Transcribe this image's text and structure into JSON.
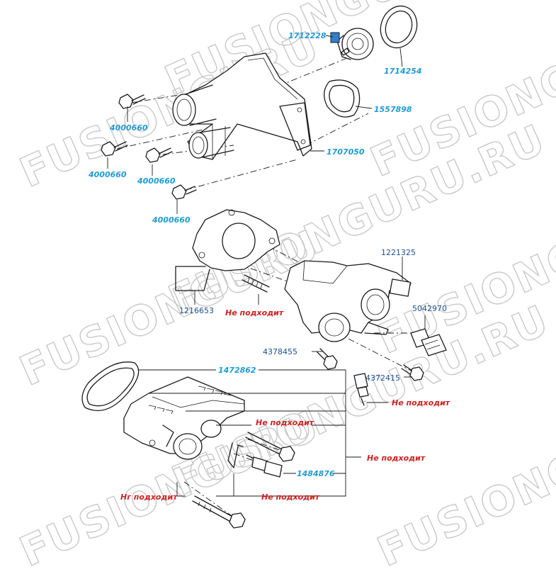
{
  "watermark": {
    "text_ru": "FUSIONGURU.RU",
    "text": "FUSIONGURU"
  },
  "labels": {
    "p1712228": "1712228",
    "p1714254": "1714254",
    "p1557898": "1557898",
    "p1707050": "1707050",
    "p4000660_a": "4000660",
    "p4000660_b": "4000660",
    "p4000660_c": "4000660",
    "p4000660_d": "4000660",
    "p1221325": "1221325",
    "p1216653": "1216653",
    "p5042970": "5042970",
    "p4378455": "4378455",
    "p4372415": "4372415",
    "p1472862": "1472862",
    "p1484876": "1484876",
    "na_1": "Не подходит",
    "na_2": "Не подходит",
    "na_3": "Не подходит",
    "na_4": "Не подходит",
    "na_5": "Не подходит",
    "na_6": "Нг подходит"
  },
  "colors": {
    "part_number": "#1f9bd4",
    "part_number_dark": "#1c4f8c",
    "not_fit": "#d21f1f",
    "watermark": "#c9c9c9",
    "line": "#1a1a1a"
  }
}
